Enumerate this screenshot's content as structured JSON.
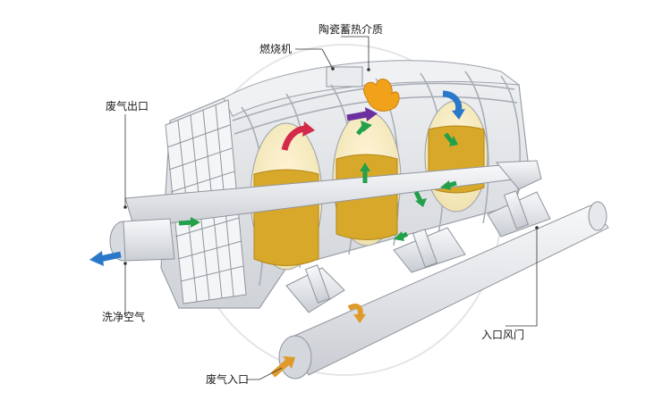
{
  "labels": {
    "media": "陶瓷蓄热介质",
    "burner": "燃烧机",
    "exhaust_outlet": "废气出口",
    "clean_air": "洗净空气",
    "inlet_damper": "入口风门",
    "exhaust_inlet": "废气入口"
  },
  "colors": {
    "housing": "#dcdfe3",
    "grid": "#f2f3f5",
    "media_fill": "#d8a82a",
    "pipe": "#e4e6ea",
    "arrow_green": "#22a04a",
    "arrow_red": "#d42a4a",
    "arrow_purple": "#6b2fa0",
    "arrow_blue": "#2a79c9",
    "arrow_orange": "#e09a2a",
    "flame": "#f2a21a"
  },
  "icons": [
    "arrow-red-icon",
    "arrow-purple-icon",
    "arrow-blue-icon",
    "arrow-green-icon",
    "arrow-orange-icon",
    "flame-icon"
  ]
}
